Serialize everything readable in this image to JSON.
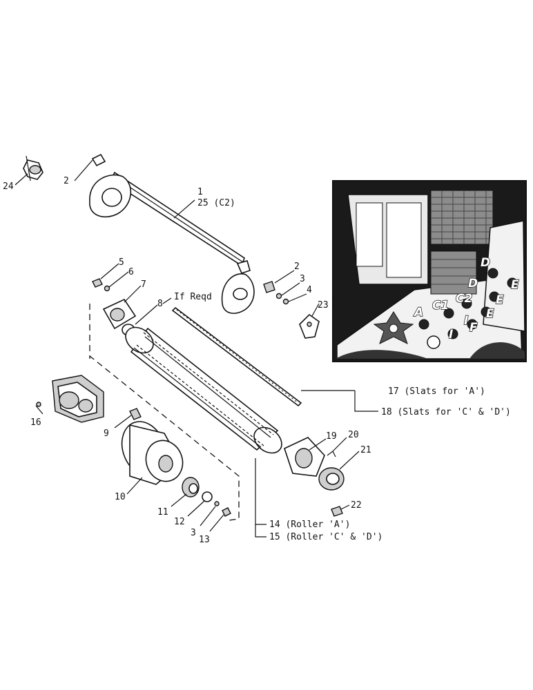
{
  "callouts": {
    "c1": "1",
    "c2a": "2",
    "c2b": "2",
    "c3a": "3",
    "c3b": "3",
    "c4": "4",
    "c5": "5",
    "c6": "6",
    "c7": "7",
    "c8": "8",
    "c9": "9",
    "c10": "10",
    "c11": "11",
    "c12": "12",
    "c13": "13",
    "c16": "16",
    "c19": "19",
    "c20": "20",
    "c21": "21",
    "c22": "22",
    "c23": "23",
    "c24": "24"
  },
  "notes": {
    "c25": "25 (C2)",
    "if_reqd": "If Reqd",
    "slats_a": "17 (Slats for 'A')",
    "slats_cd": "18 (Slats for 'C' & 'D')",
    "roller_a": "14 (Roller 'A')",
    "roller_cd": "15 (Roller 'C' & 'D')"
  },
  "inset": {
    "markers": {
      "a": "A",
      "c1": "C1",
      "c2": "C2",
      "d1": "D",
      "d2": "D",
      "e1": "E",
      "e2": "E",
      "e3": "E",
      "f": "F",
      "i1": "I",
      "i2": "I"
    }
  }
}
